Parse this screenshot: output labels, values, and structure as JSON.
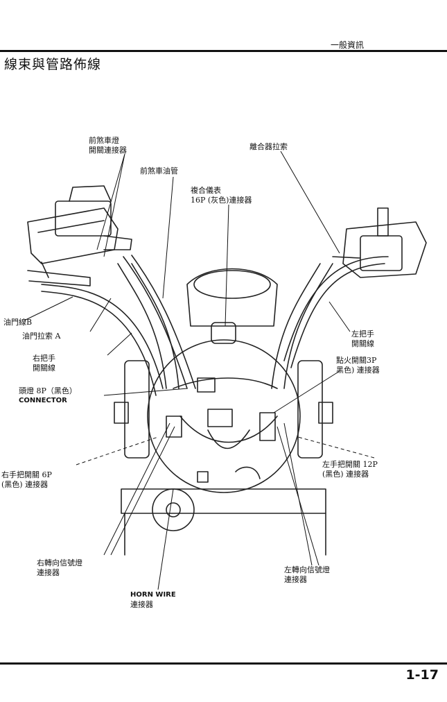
{
  "header": {
    "section": "一般資訊",
    "title": "線束與管路佈線"
  },
  "labels": {
    "front_brake_switch": [
      "前煞車燈",
      "開關連接器"
    ],
    "clutch_cable": "離合器拉索",
    "front_brake_hose": "前煞車油管",
    "combination_meter": [
      "複合儀表",
      "16P (灰色)連接器"
    ],
    "throttle_cable_b": "油門線B",
    "throttle_cable_a": "油門拉索 A",
    "right_handlebar_switch_wire": [
      "右把手",
      "開關線"
    ],
    "headlight_connector": [
      "頭燈 8P（黑色）",
      "CONNECTOR"
    ],
    "right_handlebar_switch_6p": [
      "右手把開關 6P",
      "(黑色) 連接器"
    ],
    "left_handlebar_switch_wire": [
      "左把手",
      "開關線"
    ],
    "ignition_switch": [
      "點火開關3P",
      "黑色) 連接器"
    ],
    "left_handlebar_switch_12p": [
      "左手把開關 12P",
      "(黑色) 連接器"
    ],
    "right_turn_signal": [
      "右轉向信號燈",
      "連接器"
    ],
    "left_turn_signal": [
      "左轉向信號燈",
      "連接器"
    ],
    "horn_wire": [
      "HORN WIRE",
      "連接器"
    ]
  },
  "footer": {
    "page_number": "1-17"
  }
}
